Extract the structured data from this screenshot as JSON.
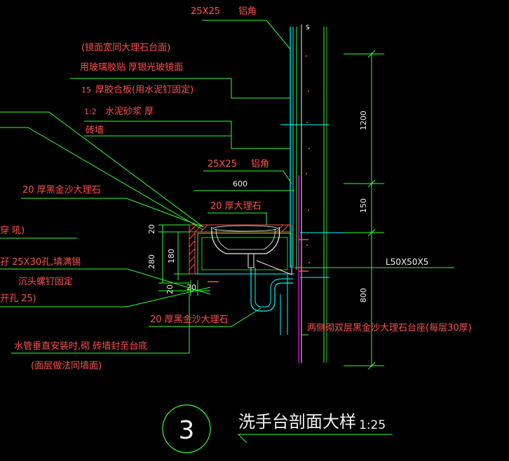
{
  "labels": {
    "alu_angle_top_size": "25X25",
    "alu_angle_top_name": "铝角",
    "mirror_edge": "(镜面宽同大理石台面)",
    "mirror_glue": "用玻璃胶贴 厚银光玻镜面",
    "plywood_num": "15",
    "plywood_text": "厚胶合板(用水泥钉固定)",
    "mortar_ratio": "1:2",
    "mortar_text": "水泥砂浆  厚",
    "brick_wall": "砖墙",
    "alu_angle_mid_size": "25X25",
    "alu_angle_mid_name": "铝角",
    "marble_gold_top": "20 厚黑金沙大理石",
    "marble_20_top": "20 厚大理石",
    "left_cut_1": "穿    吼)",
    "left_cut_2": "孖   25X30孔,填满锡",
    "left_cut_3": "沉头螺钉固定",
    "left_cut_4": "开孔     25)",
    "marble_gold_bottom": "20 厚黑金沙大理石",
    "pipe_note": "水管垂直安装时,砌      砖墙封至台底",
    "pipe_note_sub": "(面层做法同墙面)",
    "base_note": "两侧砌双层黑金沙大理石台座(每层30厚)",
    "angle_steel": "L50X50X5",
    "top_mark": "S"
  },
  "dims": {
    "d1200": "1200",
    "d150": "150",
    "d800": "800",
    "d600": "600",
    "d20_a": "20",
    "d20_b": "20",
    "d20_c": "20",
    "d280": "280",
    "d180": "180"
  },
  "title": {
    "number": "3",
    "text": "洗手台剖面大样",
    "scale": "1:25"
  },
  "colors": {
    "background": "#000000",
    "leader": "#30ff30",
    "cyan": "#00ffff",
    "magenta": "#ff00ff",
    "red": "#ff5050",
    "white": "#f0f0f0",
    "yellow": "#ffe040"
  }
}
